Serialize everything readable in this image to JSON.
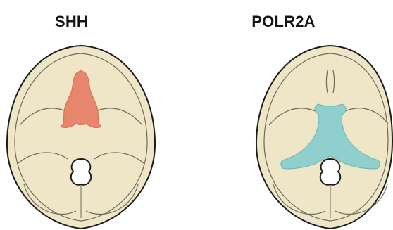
{
  "diagrams": [
    {
      "label": "SHH",
      "highlight_color": "#e8856d",
      "highlight_region": "anterior-cranial-fossa"
    },
    {
      "label": "POLR2A",
      "highlight_color": "#8fcfcd",
      "highlight_region": "middle-cranial-fossa"
    }
  ],
  "colors": {
    "bone": "#efe6c8",
    "outline": "#1c1c1c",
    "inner_line": "#6e6a5c"
  }
}
